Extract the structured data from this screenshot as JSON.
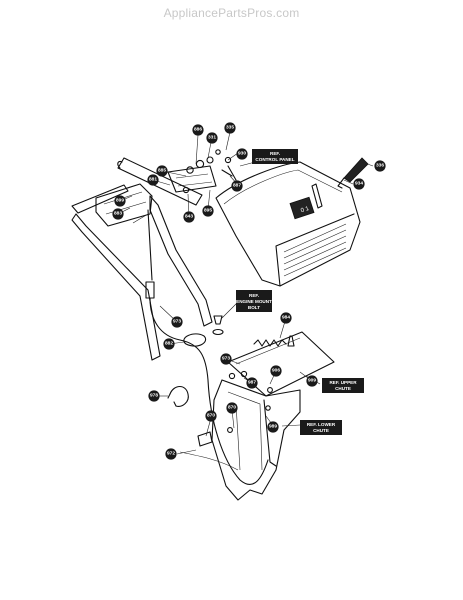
{
  "watermark": "AppliancePartsPros.com",
  "callouts": {
    "c886": "886",
    "c331": "331",
    "c335": "335",
    "c930": "930",
    "c885": "885",
    "c336": "336",
    "c881": "881",
    "c934": "934",
    "c887": "887",
    "c899": "899",
    "c895": "895",
    "c883": "883",
    "c843": "843",
    "c973a": "973",
    "c882": "882",
    "c984": "984",
    "c973b": "973",
    "c987": "987",
    "c906": "906",
    "c909": "909",
    "c870a": "870",
    "c989": "989",
    "c978": "978",
    "c870b": "870",
    "c972": "972"
  },
  "labels": {
    "control_panel": [
      "REF.",
      "CONTROL PANEL"
    ],
    "engine_mount": [
      "REF.",
      "ENGINE MOUNT",
      "BOLT"
    ],
    "upper_chute": [
      "REF. UPPER",
      "CHUTE"
    ],
    "lower_chute": [
      "REF. LOWER",
      "CHUTE"
    ]
  },
  "colors": {
    "callout_fill": "#1a1a1a",
    "line": "#111111",
    "watermark": "#c8c8c8"
  }
}
